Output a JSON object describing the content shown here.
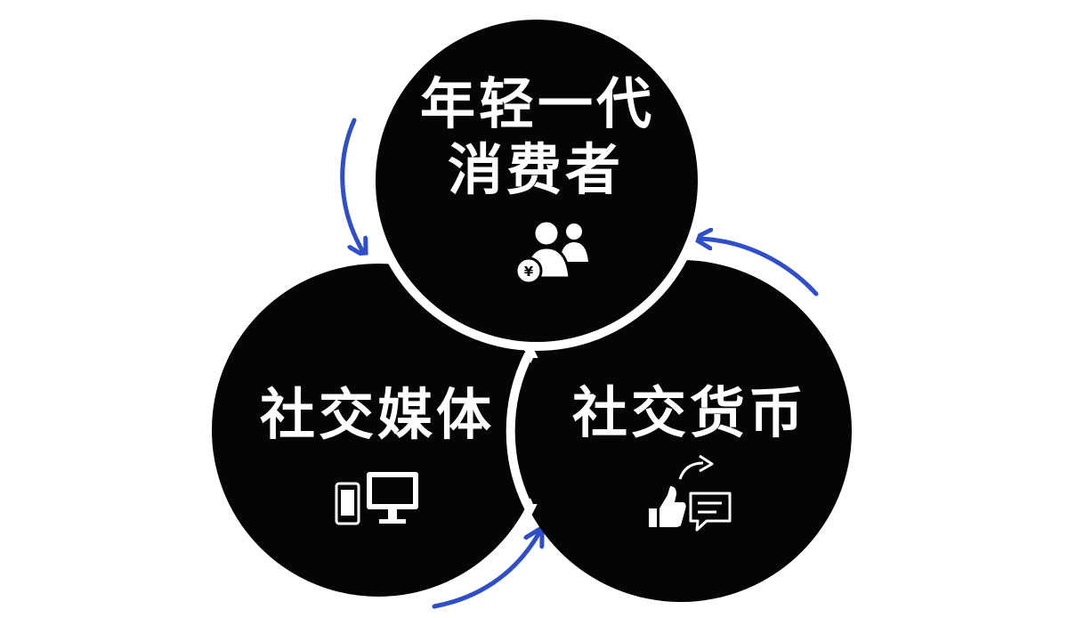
{
  "diagram": {
    "nodes": [
      {
        "id": "top",
        "lines": [
          "年轻一代",
          "消费者"
        ],
        "icon": "consumer-users-yen-icon"
      },
      {
        "id": "left",
        "lines": [
          "社交媒体"
        ],
        "icon": "devices-phone-monitor-icon"
      },
      {
        "id": "right",
        "lines": [
          "社交货币"
        ],
        "icon": "like-comment-share-icon"
      }
    ],
    "edges": [
      {
        "from": "top",
        "to": "left"
      },
      {
        "from": "left",
        "to": "right"
      },
      {
        "from": "right",
        "to": "top"
      }
    ],
    "colors": {
      "background": "#ffffff",
      "circle": "#050505",
      "text": "#ffffff",
      "arrow": "#2f4ec9",
      "gap": "#ffffff"
    }
  }
}
